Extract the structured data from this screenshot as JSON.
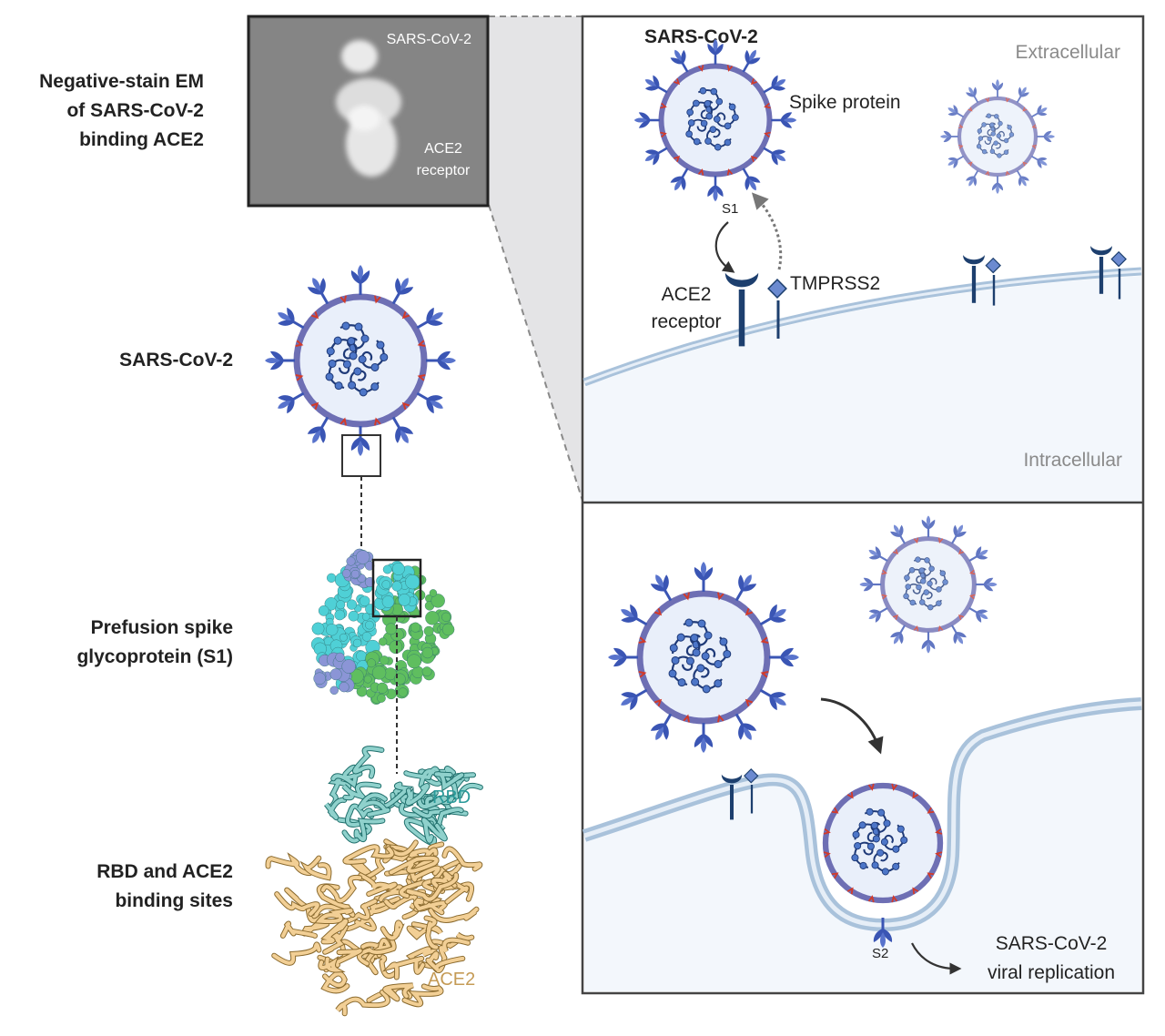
{
  "left_labels": {
    "em_title": [
      "Negative-stain EM",
      "of SARS-CoV-2",
      "binding ACE2"
    ],
    "virus": "SARS-CoV-2",
    "spike": [
      "Prefusion spike",
      "glycoprotein (S1)"
    ],
    "rbd_ace2": [
      "RBD and ACE2",
      "binding sites"
    ]
  },
  "em_image": {
    "top_label": "SARS-CoV-2",
    "bottom_label": [
      "ACE2",
      "receptor"
    ]
  },
  "structure_labels": {
    "rbd": "RBD",
    "ace2": "ACE2"
  },
  "top_panel": {
    "virus_title": "SARS-CoV-2",
    "spike_label": "Spike protein",
    "extracellular": "Extracellular",
    "intracellular": "Intracellular",
    "s1": "S1",
    "ace2_receptor": [
      "ACE2",
      "receptor"
    ],
    "tmprss2": "TMPRSS2"
  },
  "bottom_panel": {
    "s2": "S2",
    "replication": [
      "SARS-CoV-2",
      "viral replication"
    ]
  },
  "colors": {
    "spike_blue": "#3a55b4",
    "membrane_purple": "#6e6fb4",
    "core_fill": "#e9effa",
    "rna_navy": "#1f3a78",
    "receptor_navy": "#1d3f6e",
    "cell_fill": "#f3f7fc",
    "cell_membrane": "#a9c2db",
    "rbd_teal": "#2a9a9a",
    "ace2_tan": "#c59b56",
    "cyan_protein": "#4fd0d6",
    "green_protein": "#5fbe5f"
  }
}
